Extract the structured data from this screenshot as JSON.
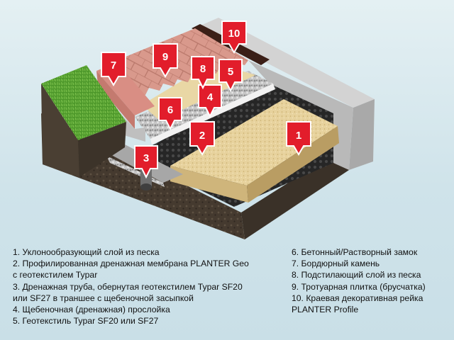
{
  "diagram": {
    "markers": [
      "1",
      "2",
      "3",
      "4",
      "5",
      "6",
      "7",
      "8",
      "9",
      "10"
    ],
    "colors": {
      "marker_red": "#e21d2b",
      "sand": "#e6d19c",
      "concrete": "#bcbcbc",
      "gravel": "#b9b9b9",
      "membrane": "#2a2a2a",
      "paving": "#d7978a",
      "grass": "#4f9a2c",
      "soil": "#4a3f33",
      "wood_strip": "#3b1f17"
    }
  },
  "legend": {
    "left": [
      "1. Уклонообразующий слой из песка",
      "2. Профилированная дренажная мембрана PLANTER Geo\nс геотекстилем Typar",
      "3. Дренажная труба, обернутая геотекстилем Typar SF20\nили SF27 в траншее с щебеночной засыпкой",
      "4. Щебеночная (дренажная) прослойка",
      "5. Геотекстиль Typar SF20 или SF27"
    ],
    "right": [
      "6. Бетонный/Растворный замок",
      "7. Бордюрный камень",
      "8. Подстилающий слой из песка",
      "9. Тротуарная плитка (брусчатка)",
      "10. Краевая декоративная рейка\nPLANTER Profile"
    ]
  }
}
